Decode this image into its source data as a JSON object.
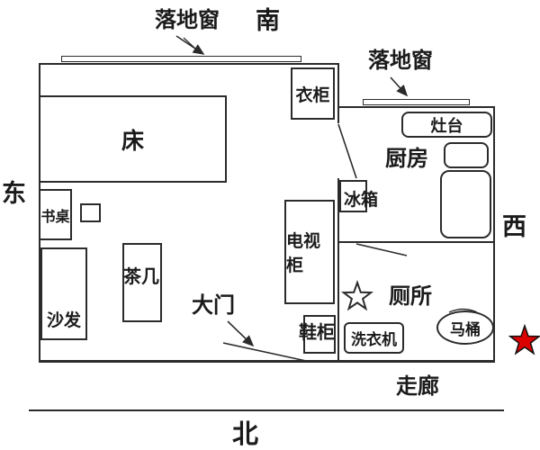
{
  "compass": {
    "south": "南",
    "north": "北",
    "east": "东",
    "west": "西"
  },
  "annotations": {
    "window_main": "落地窗",
    "window_kitchen": "落地窗",
    "main_door": "大门",
    "corridor": "走廊"
  },
  "rooms": {
    "kitchen": "厨房",
    "bathroom": "厕所"
  },
  "furniture": {
    "bed": "床",
    "wardrobe": "衣柜",
    "desk": "书桌",
    "sofa": "沙发",
    "tea_table": "茶几",
    "tv_cabinet": "电视柜",
    "shoe_cabinet": "鞋柜",
    "fridge": "冰箱",
    "stove": "灶台",
    "toilet": "马桶",
    "washing_machine": "洗衣机"
  },
  "icons": {
    "bathroom_star": "star-outline-icon",
    "marker_star": "red-star-icon"
  },
  "colors": {
    "line": "#2b2b2b",
    "red_star": "#dd0000",
    "background": "#ffffff"
  }
}
